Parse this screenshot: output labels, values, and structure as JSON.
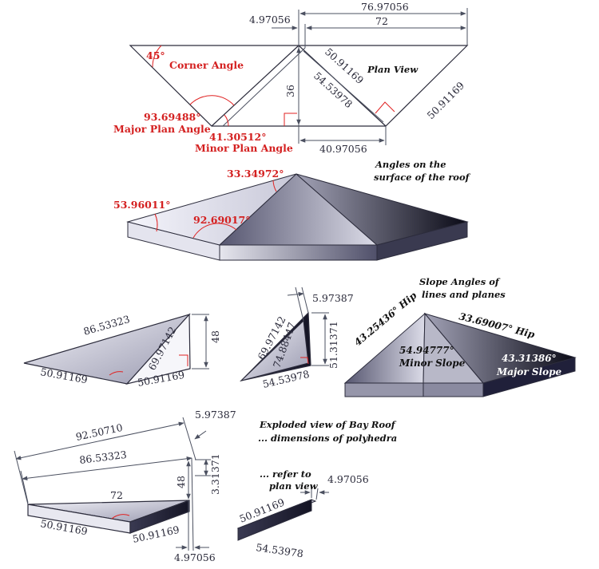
{
  "plan_view": {
    "label": "Plan View",
    "top_left_dim": "4.97056",
    "overall_dim": "76.97056",
    "top_dim": "72",
    "height_dim": "36",
    "bottom_dim": "40.97056",
    "hip_dim": "50.91169",
    "hip2_dim": "54.53978",
    "side_dim": "50.91169",
    "corner_angle_value": "45°",
    "corner_angle_label": "Corner Angle",
    "major_angle_value": "93.69488°",
    "major_angle_label": "Major Plan Angle",
    "minor_angle_value": "41.30512°",
    "minor_angle_label": "Minor Plan Angle"
  },
  "surface_view": {
    "title_line1": "Angles on the",
    "title_line2": "surface of the roof",
    "angle_top": "33.34972°",
    "angle_left": "53.96011°",
    "angle_mid": "92.69017°"
  },
  "slope_view": {
    "title_line1": "Slope Angles of",
    "title_line2": "lines and planes",
    "hip_left": "43.25436° Hip",
    "hip_right": "33.69007° Hip",
    "minor_slope_value": "54.94777°",
    "minor_slope_label": "Minor Slope",
    "major_slope_value": "43.31386°",
    "major_slope_label": "Major Slope"
  },
  "tri_major": {
    "top": "86.53323",
    "slant": "69.97142",
    "height": "48",
    "base_left": "50.91169",
    "base_right": "50.91169"
  },
  "tri_minor": {
    "top_dim": "5.97387",
    "slant": "69.97142",
    "inner": "74.88447",
    "height": "51.31371",
    "base": "54.53978"
  },
  "exploded": {
    "title_line1": "Exploded view of Bay Roof",
    "title_line2": "... dimensions of polyhedra",
    "overall": "92.50710",
    "top": "86.53323",
    "right_dim": "5.97387",
    "height": "48",
    "small_height": "3.31371",
    "inner": "72",
    "base_left": "50.91169",
    "base_right": "50.91169",
    "bottom_dim": "4.97056"
  },
  "small_piece": {
    "note_line1": "... refer to",
    "note_line2": "plan view",
    "top_dim": "4.97056",
    "upper": "50.91169",
    "lower": "54.53978"
  }
}
